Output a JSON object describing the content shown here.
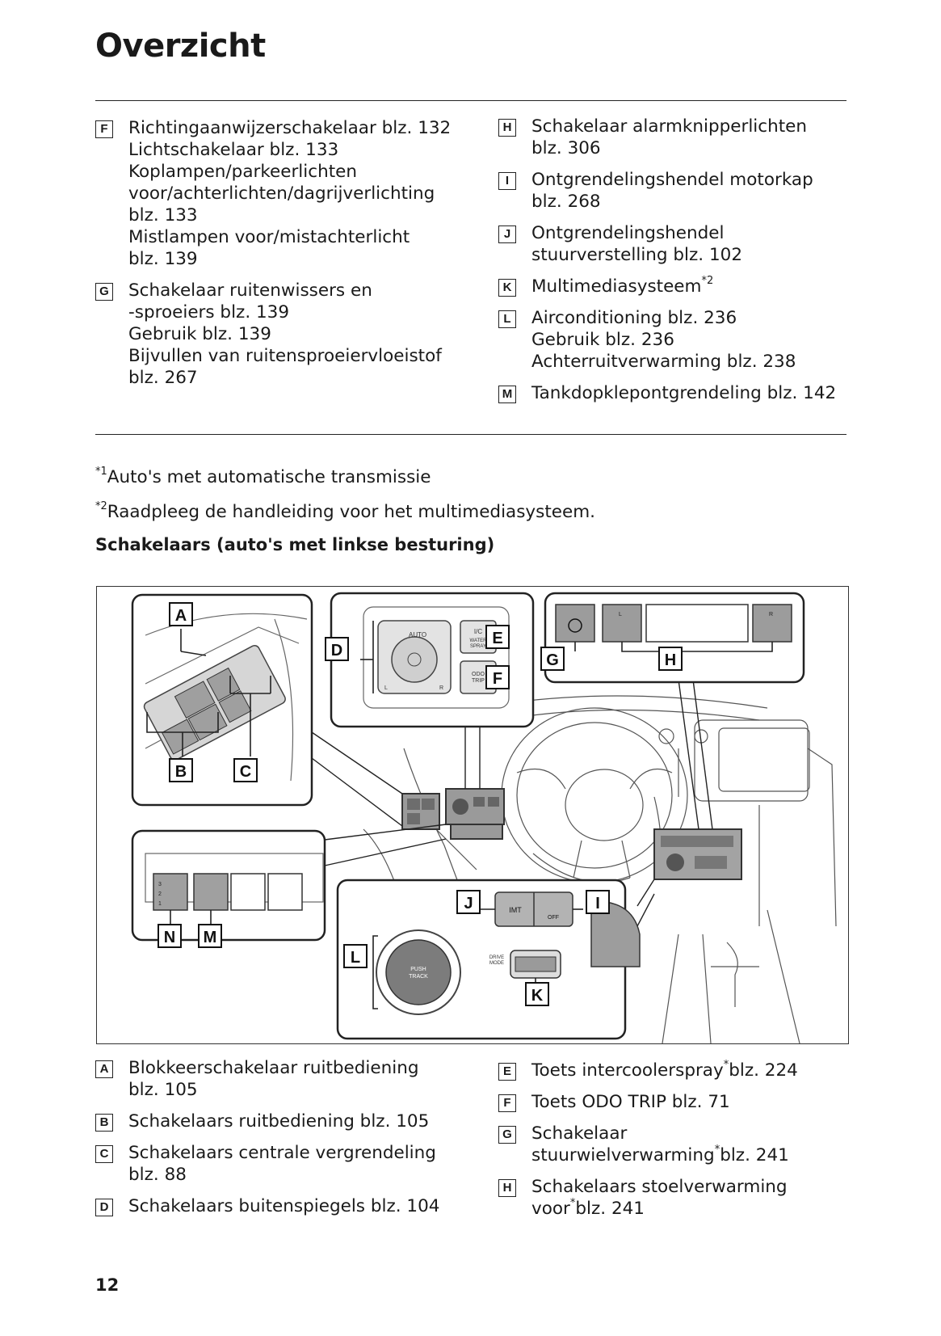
{
  "page": {
    "title": "Overzicht",
    "page_number": "12"
  },
  "top_left": [
    {
      "key": "F",
      "lines": [
        "Richtingaanwijzerschakelaar blz. 132",
        "Lichtschakelaar blz. 133",
        "Koplampen/parkeerlichten",
        "voor/achterlichten/dagrijverlichting",
        "blz. 133",
        "Mistlampen voor/mistachterlicht",
        "blz. 139"
      ]
    },
    {
      "key": "G",
      "lines": [
        "Schakelaar ruitenwissers en",
        "-sproeiers blz. 139",
        "Gebruik blz. 139",
        "Bijvullen van ruitensproeiervloeistof",
        "blz. 267"
      ]
    }
  ],
  "top_right": [
    {
      "key": "H",
      "lines": [
        "Schakelaar alarmknipperlichten",
        "blz. 306"
      ]
    },
    {
      "key": "I",
      "lines": [
        "Ontgrendelingshendel motorkap",
        "blz. 268"
      ]
    },
    {
      "key": "J",
      "lines": [
        "Ontgrendelingshendel",
        "stuurverstelling blz. 102"
      ]
    },
    {
      "key": "K",
      "text": "Multimediasysteem",
      "sup": "*2"
    },
    {
      "key": "L",
      "lines": [
        "Airconditioning blz. 236",
        "Gebruik blz. 236",
        "Achterruitverwarming blz. 238"
      ]
    },
    {
      "key": "M",
      "lines": [
        "Tankdopklepontgrendeling blz. 142"
      ]
    }
  ],
  "notes": {
    "n1_mark": "*1",
    "n1_text": "Auto's met automatische transmissie",
    "n2_mark": "*2",
    "n2_text": "Raadpleeg de handleiding voor het multimediasysteem."
  },
  "subheading": "Schakelaars (auto's met linkse besturing)",
  "figure": {
    "callouts": [
      "A",
      "B",
      "C",
      "D",
      "E",
      "F",
      "G",
      "H",
      "I",
      "J",
      "K",
      "L",
      "M",
      "N"
    ],
    "mirror_auto": "AUTO",
    "mirror_l": "L",
    "mirror_r": "R",
    "ic_label": "I/C",
    "water_spray": [
      "WATER",
      "SPRAY"
    ],
    "odo_trip": [
      "ODO",
      "TRIP"
    ],
    "imt": "IMT",
    "off": "OFF",
    "push_track": [
      "PUSH",
      "TRACK"
    ],
    "drive_mode": [
      "DRIVE",
      "MODE"
    ],
    "seat_l": "L",
    "seat_r": "R",
    "dial_nums": [
      "3",
      "2",
      "1"
    ]
  },
  "bottom_left": [
    {
      "key": "A",
      "lines": [
        "Blokkeerschakelaar ruitbediening",
        "blz. 105"
      ]
    },
    {
      "key": "B",
      "lines": [
        "Schakelaars ruitbediening blz. 105"
      ]
    },
    {
      "key": "C",
      "lines": [
        "Schakelaars centrale vergrendeling",
        "blz. 88"
      ]
    },
    {
      "key": "D",
      "lines": [
        "Schakelaars buitenspiegels blz. 104"
      ]
    }
  ],
  "bottom_right": {
    "E": {
      "key": "E",
      "pre": "Toets intercoolerspray",
      "sup": "*",
      "post": "blz. 224"
    },
    "F": {
      "key": "F",
      "text": "Toets ODO TRIP blz. 71"
    },
    "G": {
      "key": "G",
      "line1": "Schakelaar",
      "pre": "stuurwielverwarming",
      "sup": "*",
      "post": "blz. 241"
    },
    "H": {
      "key": "H",
      "line1": "Schakelaars stoelverwarming",
      "pre": "voor",
      "sup": "*",
      "post": "blz. 241"
    }
  }
}
